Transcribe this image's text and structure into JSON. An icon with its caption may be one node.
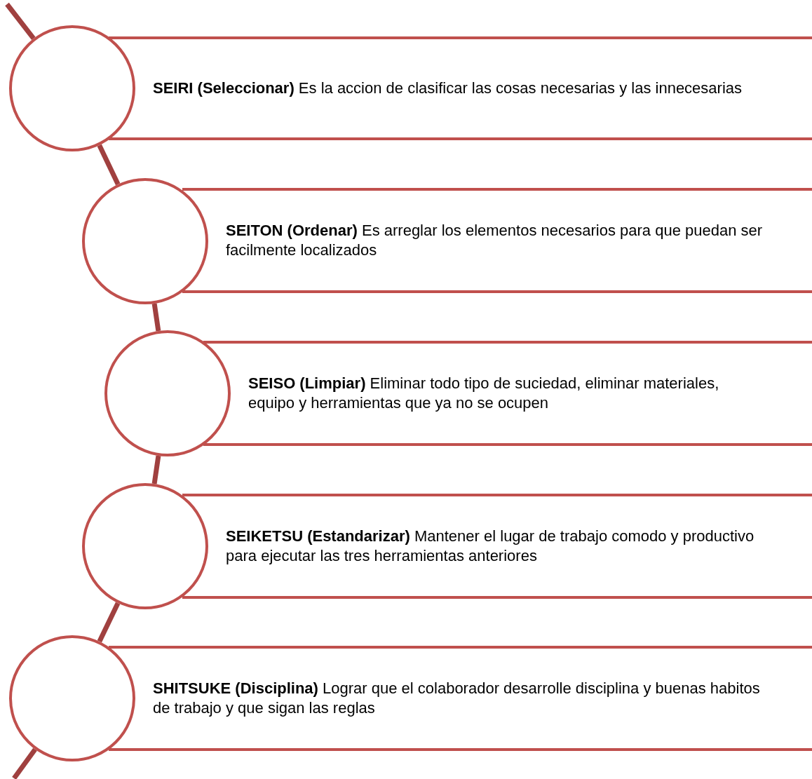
{
  "diagram": {
    "nodes": [
      {
        "text": [],
        "shape": "circle"
      },
      {
        "text": [
          "**SEIRI (Seleccionar)** Es la accion de clasificar las cosas necesarias y las innecesarias"
        ]
      },
      {
        "text": [],
        "shape": "circle"
      },
      {
        "text": [
          "**SEITON (Ordenar)** Es arreglar los elementos necesarios para que puedan ser facilmente localizados"
        ]
      },
      {
        "text": [],
        "shape": "circle"
      },
      {
        "text": [
          "**SEISO (Limpiar)** Eliminar todo tipo de suciedad, eliminar materiales, equipo y herramientas que ya no se ocupen"
        ]
      },
      {
        "text": [],
        "shape": "circle"
      },
      {
        "text": [
          "**SEIKETSU (Estandarizar)** Mantener el lugar de trabajo comodo y productivo para ejecutar las tres herramientas anteriores"
        ]
      },
      {
        "text": [],
        "shape": "circle"
      },
      {
        "text": [
          "**SHITSUKE (Disciplina)** Lograr que el colaborador desarrolle disciplina y buenas habitos de trabajo y que sigan las reglas"
        ]
      }
    ],
    "edges": [
      {
        "from": null,
        "to": 0,
        "arrow": "none"
      },
      {
        "from": 0,
        "to": 2,
        "arrow": "none"
      },
      {
        "from": 2,
        "to": 4,
        "arrow": "none"
      },
      {
        "from": 4,
        "to": 6,
        "arrow": "none"
      },
      {
        "from": 6,
        "to": 8,
        "arrow": "none"
      },
      {
        "from": 8,
        "to": null,
        "arrow": "none"
      }
    ]
  }
}
